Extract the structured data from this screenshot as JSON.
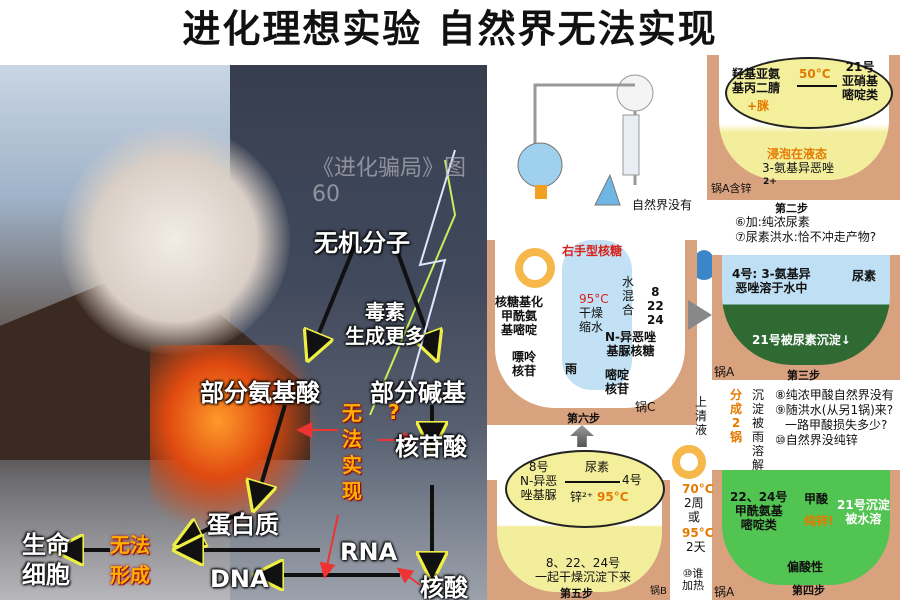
{
  "title": "进化理想实验  自然界无法实现",
  "watermark": "《进化骗局》图60",
  "left_diagram": {
    "inorganic": "无机分子",
    "toxins": "毒素\n生成更多",
    "amino_acids": "部分氨基酸",
    "bases": "部分碱基",
    "question": "?",
    "impossible": "无法实现",
    "nucleotides": "核苷酸",
    "protein": "蛋白质",
    "rna": "RNA",
    "dna": "DNA",
    "nucleic_acid": "核酸",
    "life_cell": "生命\n细胞",
    "cannot_form": "无法\n形成"
  },
  "step2": {
    "reactant": "羟基亚氨\n基丙二腈",
    "plus": "+脒",
    "temp": "50°C",
    "product": "21号\n亚硝基\n嘧啶类",
    "soak": "浸泡在液态",
    "compound": "3-氨基异恶唑",
    "pot": "锅A含锌",
    "zn": "2+",
    "label": "第二步"
  },
  "nature_none": "自然界没有",
  "notes_top": [
    "⑥加:纯浓尿素",
    "⑦尿素洪水:恰不冲走产物?"
  ],
  "step6": {
    "sugar": "右手型核糖",
    "water_mix": "水\n混\n合",
    "nums": "8\n22\n24",
    "temp": "95°C",
    "dry": "干燥\n缩水",
    "left": "核糖基化\n甲酰氨\n基嘧啶",
    "purine": "嘌呤\n核苷",
    "right": "N-异恶唑\n基脲核糖",
    "pyrimidine": "嘧啶\n核苷",
    "rain": "雨",
    "pot": "锅C",
    "label": "第六步"
  },
  "step3": {
    "text": "4号: 3-氨基异\n恶唑溶于水中",
    "urea": "尿素",
    "precip": "21号被尿素沉淀↓",
    "pot": "锅A",
    "label": "第三步"
  },
  "split": "分\n成\n2\n锅",
  "dissolve": "沉\n淀\n被\n雨\n溶\n解",
  "notes_mid": [
    "⑧纯浓甲酸自然界没有",
    "⑨随洪水(从另1锅)来?",
    "一路甲酸损失多少?",
    "⑩自然界没纯锌"
  ],
  "supernatant": "上\n清\n液",
  "step4": {
    "product": "22、24号\n甲酰氨基\n嘧啶类",
    "acid": "甲酸",
    "zinc": "纯锌!",
    "src": "21号沉淀\n被水溶",
    "acidic": "偏酸性",
    "pot": "锅A",
    "label": "第四步"
  },
  "heat": {
    "t1": "70°C",
    "d1": "2周\n或",
    "t2": "95°C",
    "d2": "2天",
    "who": "⑩谁\n加热"
  },
  "step5": {
    "product": "8号\nN-异恶\n唑基脲",
    "urea": "尿素",
    "zn": "锌²⁺",
    "temp": "95°C",
    "src": "4号",
    "precip": "8、22、24号\n一起干燥沉淀下来",
    "pot": "锅B",
    "label": "第五步"
  }
}
